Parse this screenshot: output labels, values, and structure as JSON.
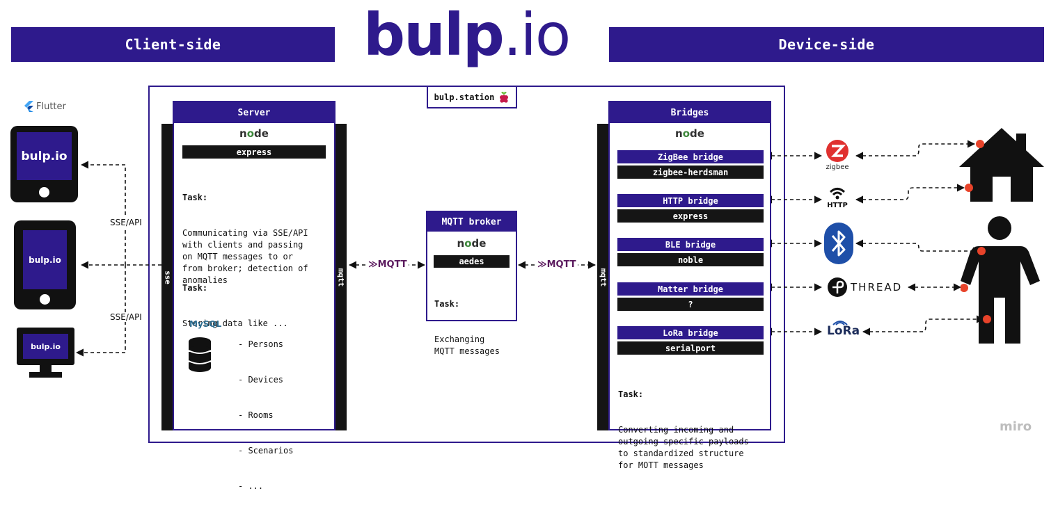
{
  "header": {
    "client_side": "Client-side",
    "device_side": "Device-side",
    "logo_main": "bulp",
    "logo_suffix": ".io"
  },
  "clients": {
    "framework": "Flutter",
    "app_label": "bulp.io",
    "protocol_top": "SSE/API",
    "protocol_bottom": "SSE/API"
  },
  "station": {
    "title": "bulp.station"
  },
  "server": {
    "title": "Server",
    "runtime": "node",
    "framework": "express",
    "side_left": "sse",
    "side_right": "mqtt",
    "task1_label": "Task:",
    "task1_text": "Communicating via SSE/API\nwith clients and passing\non MQTT messages to or\nfrom broker; detection of\nanomalies",
    "task2_label": "Task:",
    "task2_text": "Storing data like ...",
    "db_logo": "MySQL",
    "stored_items": [
      "- Persons",
      "- Devices",
      "- Rooms",
      "- Scenarios",
      "- ..."
    ]
  },
  "broker": {
    "title": "MQTT broker",
    "runtime": "node",
    "library": "aedes",
    "task_label": "Task:",
    "task_text": "Exchanging\nMQTT messages",
    "link_left": "MQTT",
    "link_right": "MQTT"
  },
  "bridges": {
    "title": "Bridges",
    "runtime": "node",
    "side_left": "mqtt",
    "items": [
      {
        "name": "ZigBee bridge",
        "lib": "zigbee-herdsman",
        "protocol": "zigbee"
      },
      {
        "name": "HTTP bridge",
        "lib": "express",
        "protocol": "HTTP"
      },
      {
        "name": "BLE bridge",
        "lib": "noble",
        "protocol": "bluetooth"
      },
      {
        "name": "Matter bridge",
        "lib": "?",
        "protocol": "THREAD"
      },
      {
        "name": "LoRa bridge",
        "lib": "serialport",
        "protocol": "LoRa"
      }
    ],
    "task_label": "Task:",
    "task_text": "Converting incoming and\noutgoing specific payloads\nto standardized structure\nfor MOTT messages"
  },
  "watermark": "miro",
  "colors": {
    "brand": "#2e1a8c",
    "black_bar": "#151515",
    "node_green": "#3c873a",
    "device_dot": "#e8432a",
    "zigbee_red": "#e0312f",
    "ble_blue": "#1e4fa8"
  },
  "icons": {
    "flutter": "flutter-icon",
    "raspberry": "raspberry-pi-icon",
    "database": "database-icon",
    "house": "house-icon",
    "person": "person-icon"
  }
}
